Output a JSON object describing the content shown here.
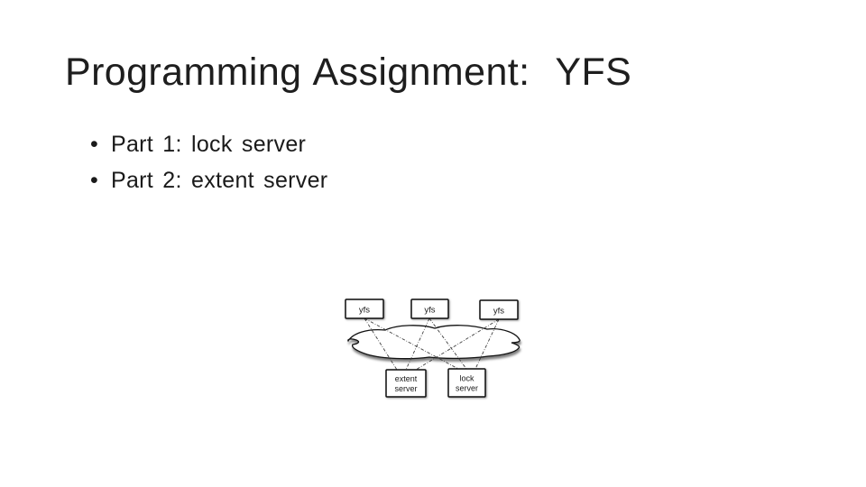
{
  "page": {
    "background": "#ffffff",
    "text_color": "#1a1a1a"
  },
  "slide": {
    "title": "Programming Assignment:  YFS",
    "bullets": [
      {
        "marker": "•",
        "text": "Part 1: lock server"
      },
      {
        "marker": "•",
        "text": "Part 2: extent server"
      }
    ]
  },
  "diagram": {
    "description": "Three yfs clients connected through a network cloud to an extent server and a lock server via dashed lines",
    "clients": [
      {
        "label": "yfs"
      },
      {
        "label": "yfs"
      },
      {
        "label": "yfs"
      }
    ],
    "servers": [
      {
        "line1": "extent",
        "line2": "server"
      },
      {
        "line1": "lock",
        "line2": "server"
      }
    ],
    "colors": {
      "box_fill": "#ffffff",
      "box_border": "#0c0c0c",
      "connector": "#3f3f3f"
    }
  }
}
